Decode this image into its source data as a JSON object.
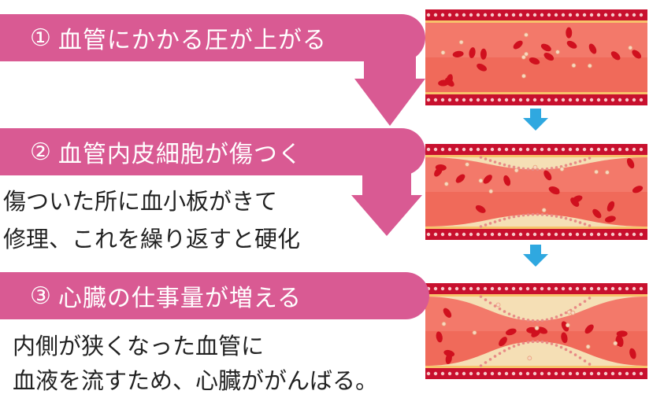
{
  "colors": {
    "accent": "#D95A93",
    "arrow_blue": "#2FA8E0",
    "vessel_wall": "#C8102E",
    "vessel_lumen": "#F06A5A",
    "plaque": "#F5DFB5",
    "cell": "#D0101E"
  },
  "steps": [
    {
      "number": "①",
      "label": "血管にかかる圧が上がる",
      "lines": []
    },
    {
      "number": "②",
      "label": "血管内皮細胞が傷つく",
      "lines": [
        "傷ついた所に血小板がきて",
        "修理、これを繰り返すと硬化"
      ]
    },
    {
      "number": "③",
      "label": "心臓の仕事量が増える",
      "lines": [
        "内側が狭くなった血管に",
        "血液を流すため、心臓ががんばる。"
      ]
    }
  ],
  "vessels": [
    {
      "narrowing": 0
    },
    {
      "narrowing": 0.35
    },
    {
      "narrowing": 0.7
    }
  ],
  "icons": {
    "flow_arrow": "down-arrow-icon"
  }
}
